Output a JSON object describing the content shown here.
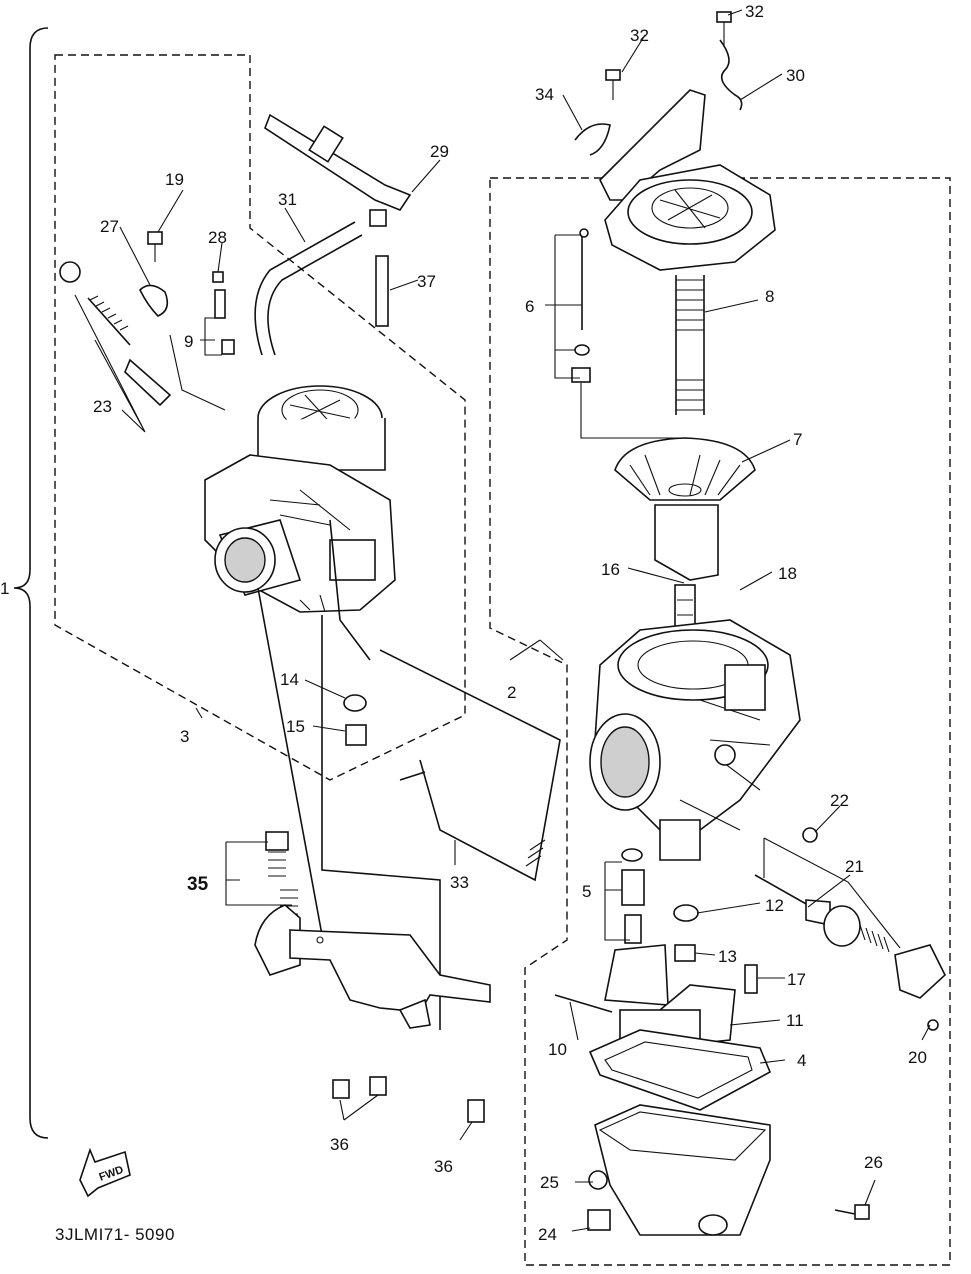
{
  "diagram": {
    "code": "3JLMI71- 5090",
    "fwd_label": "FWD",
    "callouts": [
      {
        "id": "c1",
        "label": "1"
      },
      {
        "id": "c2",
        "label": "2"
      },
      {
        "id": "c3",
        "label": "3"
      },
      {
        "id": "c4",
        "label": "4"
      },
      {
        "id": "c5",
        "label": "5"
      },
      {
        "id": "c6",
        "label": "6"
      },
      {
        "id": "c7",
        "label": "7"
      },
      {
        "id": "c8",
        "label": "8"
      },
      {
        "id": "c9",
        "label": "9"
      },
      {
        "id": "c10",
        "label": "10"
      },
      {
        "id": "c11",
        "label": "11"
      },
      {
        "id": "c12",
        "label": "12"
      },
      {
        "id": "c13",
        "label": "13"
      },
      {
        "id": "c14",
        "label": "14"
      },
      {
        "id": "c15",
        "label": "15"
      },
      {
        "id": "c16",
        "label": "16"
      },
      {
        "id": "c17",
        "label": "17"
      },
      {
        "id": "c18",
        "label": "18"
      },
      {
        "id": "c19",
        "label": "19"
      },
      {
        "id": "c20",
        "label": "20"
      },
      {
        "id": "c21",
        "label": "21"
      },
      {
        "id": "c22",
        "label": "22"
      },
      {
        "id": "c23",
        "label": "23"
      },
      {
        "id": "c24",
        "label": "24"
      },
      {
        "id": "c25",
        "label": "25"
      },
      {
        "id": "c26",
        "label": "26"
      },
      {
        "id": "c27",
        "label": "27"
      },
      {
        "id": "c28",
        "label": "28"
      },
      {
        "id": "c29",
        "label": "29"
      },
      {
        "id": "c30",
        "label": "30"
      },
      {
        "id": "c31",
        "label": "31"
      },
      {
        "id": "c32a",
        "label": "32"
      },
      {
        "id": "c32b",
        "label": "32"
      },
      {
        "id": "c33",
        "label": "33"
      },
      {
        "id": "c34",
        "label": "34"
      },
      {
        "id": "c35",
        "label": "35"
      },
      {
        "id": "c36a",
        "label": "36"
      },
      {
        "id": "c36b",
        "label": "36"
      },
      {
        "id": "c37",
        "label": "37"
      }
    ]
  }
}
